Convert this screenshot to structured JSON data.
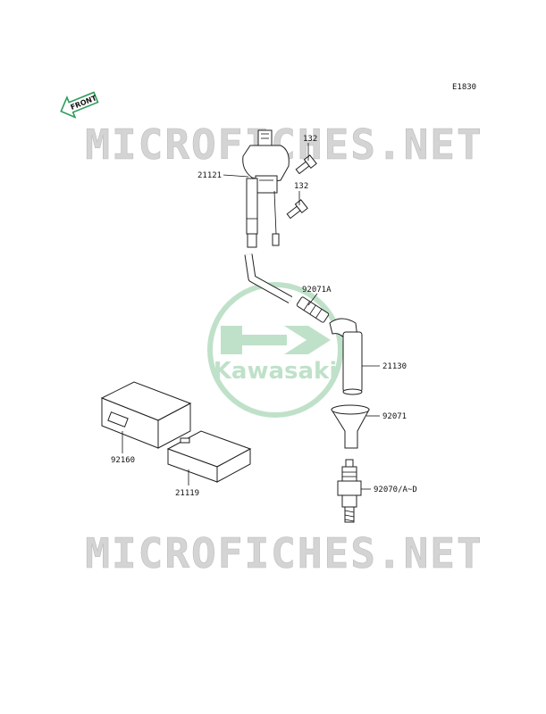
{
  "diagram_code": "E1830",
  "front_label": "FRONT",
  "watermark": {
    "text": "MICROFICHES.NET",
    "color": "#d4d4d4"
  },
  "logo": {
    "brand": "Kawasaki",
    "color": "#3aa55a"
  },
  "parts": {
    "bolt_upper": "132",
    "bolt_lower": "132",
    "ignition_coil": "21121",
    "cap_lead": "92071A",
    "plug_cap": "21130",
    "plug_seal": "92071",
    "spark_plug": "92070/A~D",
    "box_92160": "92160",
    "box_21119": "21119"
  },
  "colors": {
    "line": "#1f1f1f",
    "arrow_fill": "#2e9c58"
  }
}
